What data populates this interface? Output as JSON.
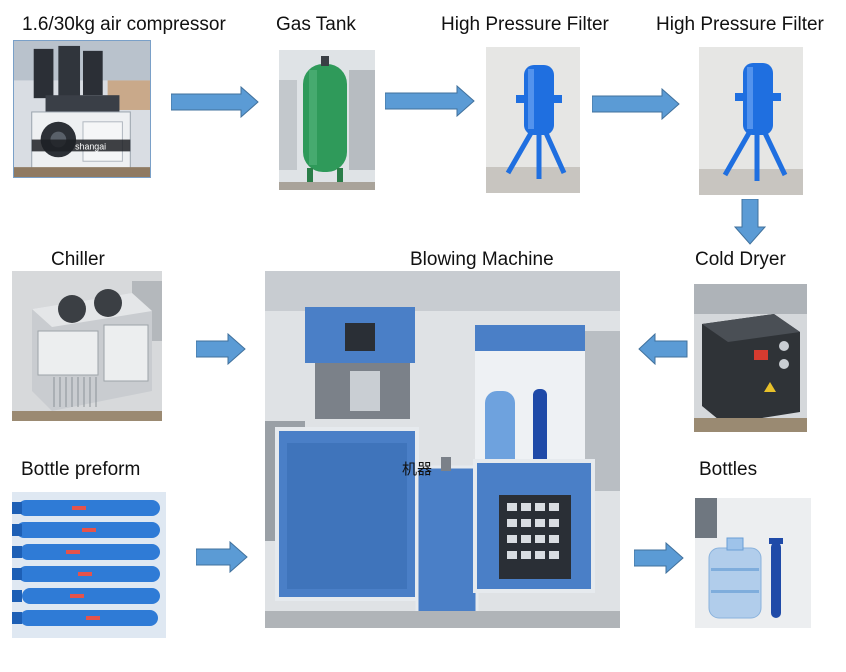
{
  "nodes": {
    "compressor": {
      "label": "1.6/30kg air compressor",
      "brand_text": "shangai"
    },
    "gas_tank": {
      "label": "Gas Tank"
    },
    "filter_1": {
      "label": "High Pressure Filter"
    },
    "filter_2": {
      "label": "High Pressure Filter"
    },
    "chiller": {
      "label": "Chiller"
    },
    "blowing_machine": {
      "label": "Blowing Machine",
      "overlay_text": "机器"
    },
    "cold_dryer": {
      "label": "Cold Dryer"
    },
    "bottle_preform": {
      "label": "Bottle preform"
    },
    "bottles": {
      "label": "Bottles"
    }
  },
  "flow": [
    {
      "from": "compressor",
      "to": "gas_tank"
    },
    {
      "from": "gas_tank",
      "to": "filter_1"
    },
    {
      "from": "filter_1",
      "to": "filter_2"
    },
    {
      "from": "filter_2",
      "to": "cold_dryer"
    },
    {
      "from": "cold_dryer",
      "to": "blowing_machine"
    },
    {
      "from": "chiller",
      "to": "blowing_machine"
    },
    {
      "from": "bottle_preform",
      "to": "blowing_machine"
    },
    {
      "from": "blowing_machine",
      "to": "bottles"
    }
  ],
  "colors": {
    "arrow_fill": "#5b9bd5",
    "arrow_stroke": "#41719c",
    "machine_blue": "#4a7fc7",
    "tank_green": "#2f9a5a",
    "filter_blue": "#1f6fe0"
  },
  "icons": [
    "compressor-photo",
    "gas-tank-photo",
    "filter-photo",
    "chiller-photo",
    "blowing-machine-photo",
    "cold-dryer-photo",
    "preform-photo",
    "bottles-photo",
    "flow-arrow"
  ]
}
